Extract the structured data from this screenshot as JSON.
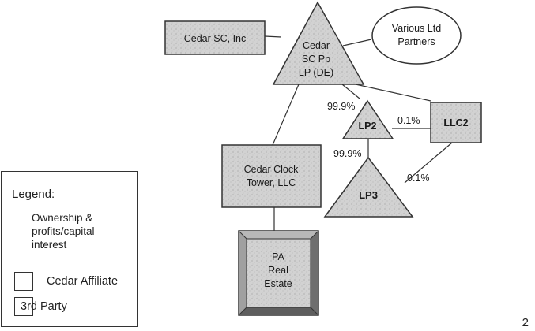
{
  "nodes": {
    "cedar_sc_inc": {
      "label": "Cedar SC, Inc"
    },
    "cedar_sc_pp": {
      "line1": "Cedar",
      "line2": "SC Pp",
      "line3": "LP (DE)"
    },
    "various_ltd": {
      "line1": "Various Ltd",
      "line2": "Partners"
    },
    "lp2": {
      "label": "LP2"
    },
    "llc2": {
      "label": "LLC2"
    },
    "lp3": {
      "label": "LP3"
    },
    "cedar_clock": {
      "line1": "Cedar Clock",
      "line2": "Tower, LLC"
    },
    "pa_real_estate": {
      "line1": "PA",
      "line2": "Real",
      "line3": "Estate"
    }
  },
  "edge_labels": {
    "lp_to_lp2": "99.9%",
    "llc2_to_lp2": "0.1%",
    "lp2_to_lp3": "99.9%",
    "llc2_to_lp3": "0.1%"
  },
  "legend": {
    "title": "Legend:",
    "description": "Ownership & profits/capital interest",
    "affiliate": "Cedar Affiliate",
    "third_party": "3rd Party"
  },
  "page_number": "2",
  "colors": {
    "shape_fill": "#d4d4d4",
    "outline": "#333333",
    "frame_dark": "#8a8a8a",
    "frame_light": "#b8b8b8"
  }
}
